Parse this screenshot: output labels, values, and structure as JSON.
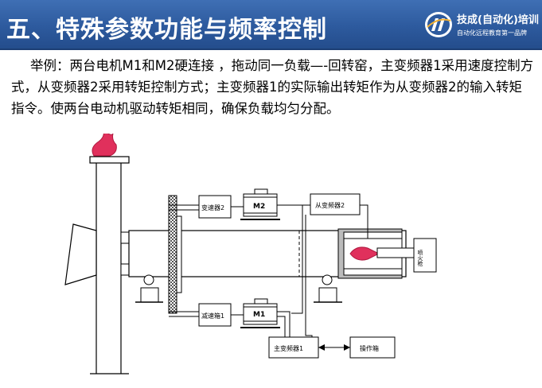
{
  "header": {
    "title": "五、特殊参数功能与频率控制",
    "brand_name": "技成(自动化)培训",
    "brand_tagline": "自动化远程教育第一品牌",
    "colors": {
      "bar": "#2d5a9e",
      "text": "#ffffff"
    }
  },
  "content": {
    "paragraph": "举例：两台电机M1和M2硬连接 ，拖动同一负载—-回转窑，主变频器1采用速度控制方式，从变频器2采用转矩控制方式；主变频器1的实际输出转矩作为从变频器2的输入转矩指令。使两台电动机驱动转矩相同，确保负载均匀分配。"
  },
  "diagram": {
    "labels": {
      "reducer2": "变速器2",
      "motor2": "M2",
      "slave_vfd": "从变频器2",
      "reducer1": "减速箱1",
      "motor1": "M1",
      "master_vfd": "主变频器1",
      "console": "操作箱",
      "burner": "喷火枪"
    },
    "colors": {
      "flame": "#e0305c",
      "line": "#000000",
      "hatch": "#888888"
    }
  }
}
